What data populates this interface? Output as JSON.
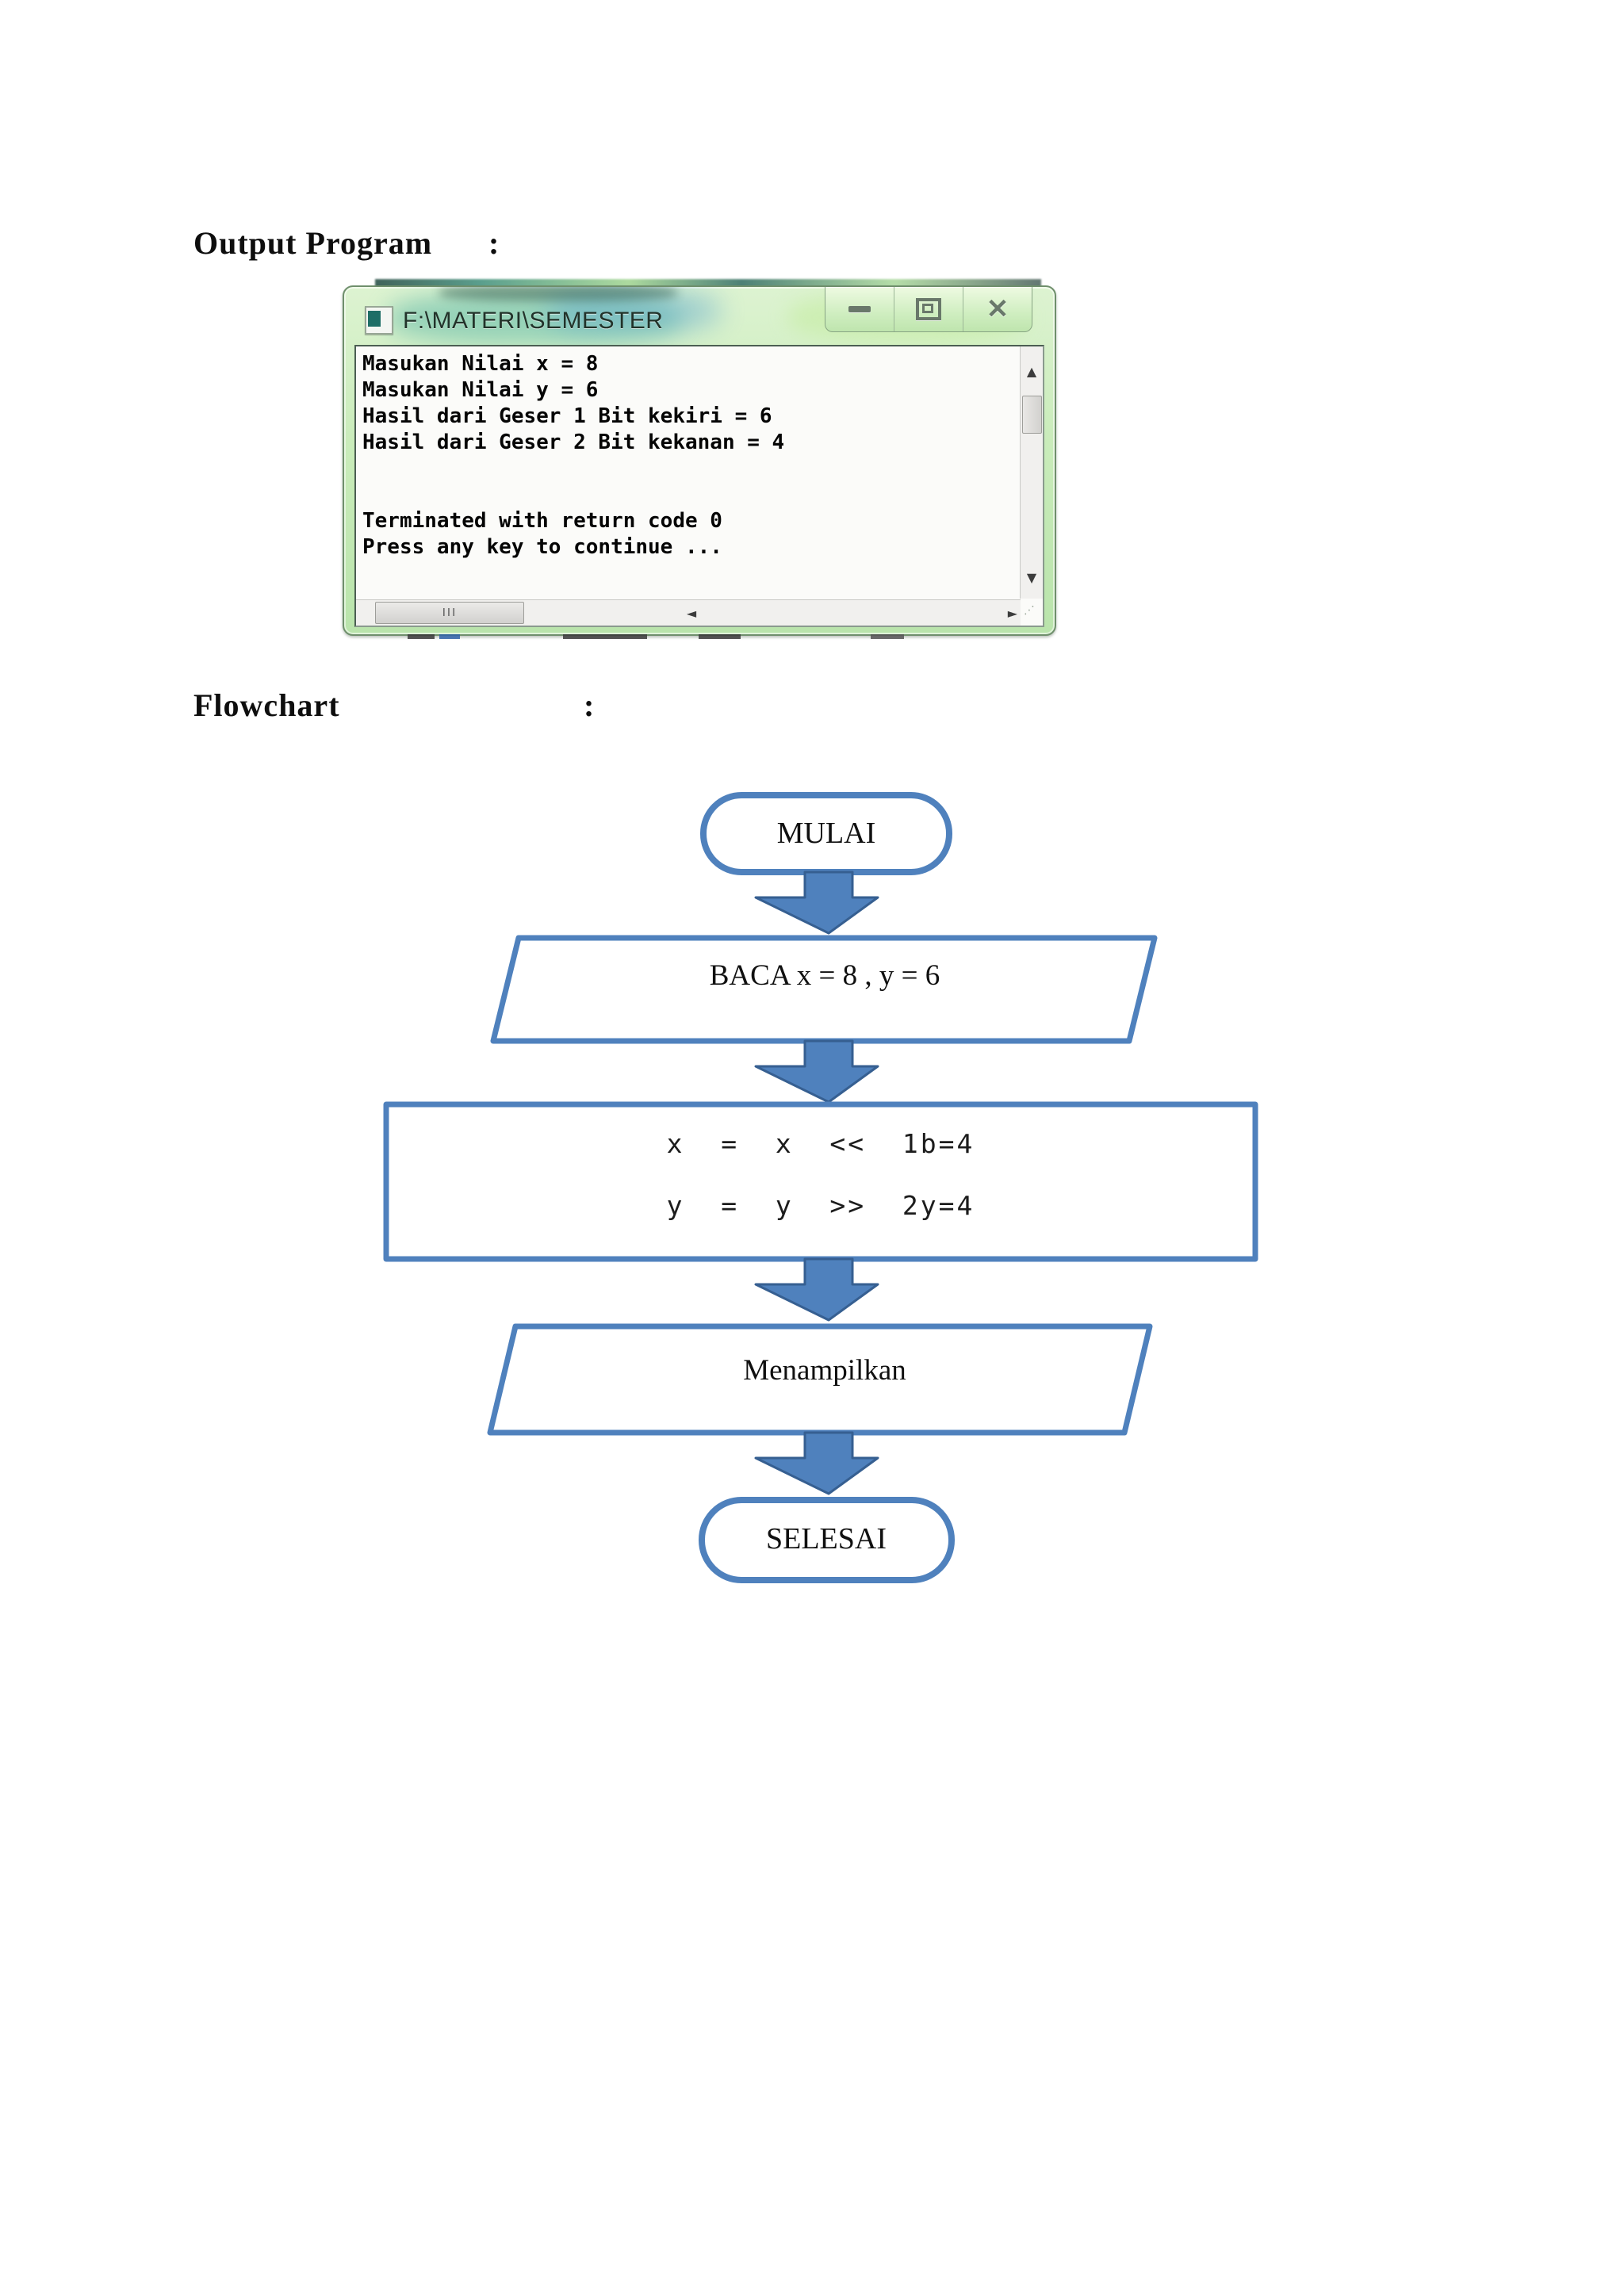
{
  "page": {
    "heading_output": "Output Program",
    "heading_output_colon": ":",
    "heading_flowchart": "Flowchart",
    "heading_flowchart_colon": ":"
  },
  "console_window": {
    "title": "F:\\MATERI\\SEMESTER",
    "lines": [
      "Masukan Nilai x = 8",
      "Masukan Nilai y = 6",
      "Hasil dari Geser 1 Bit kekiri = 6",
      "Hasil dari Geser 2 Bit kekanan = 4",
      "",
      "",
      "Terminated with return code 0",
      "Press any key to continue ..."
    ],
    "icons": {
      "window_icon": "console-icon",
      "minimize": "minimize-icon",
      "maximize": "maximize-icon",
      "close_glyph": "✕",
      "scroll_up": "▲",
      "scroll_down": "▼",
      "scroll_left": "◄",
      "scroll_right": "►",
      "h_thumb_grip": "III",
      "resize_grip": "⋰"
    },
    "frame_color": "#c9ecba"
  },
  "flowchart": {
    "start_label": "MULAI",
    "read_label": "BACA x = 8 , y = 6",
    "process_line1": "x  =  x  <<  1b=4",
    "process_line2": "y  =  y  >>  2y=4",
    "display_label": "Menampilkan",
    "end_label": "SELESAI",
    "accent_color": "#4f81bd",
    "arrow_outline_color": "#365f91"
  }
}
